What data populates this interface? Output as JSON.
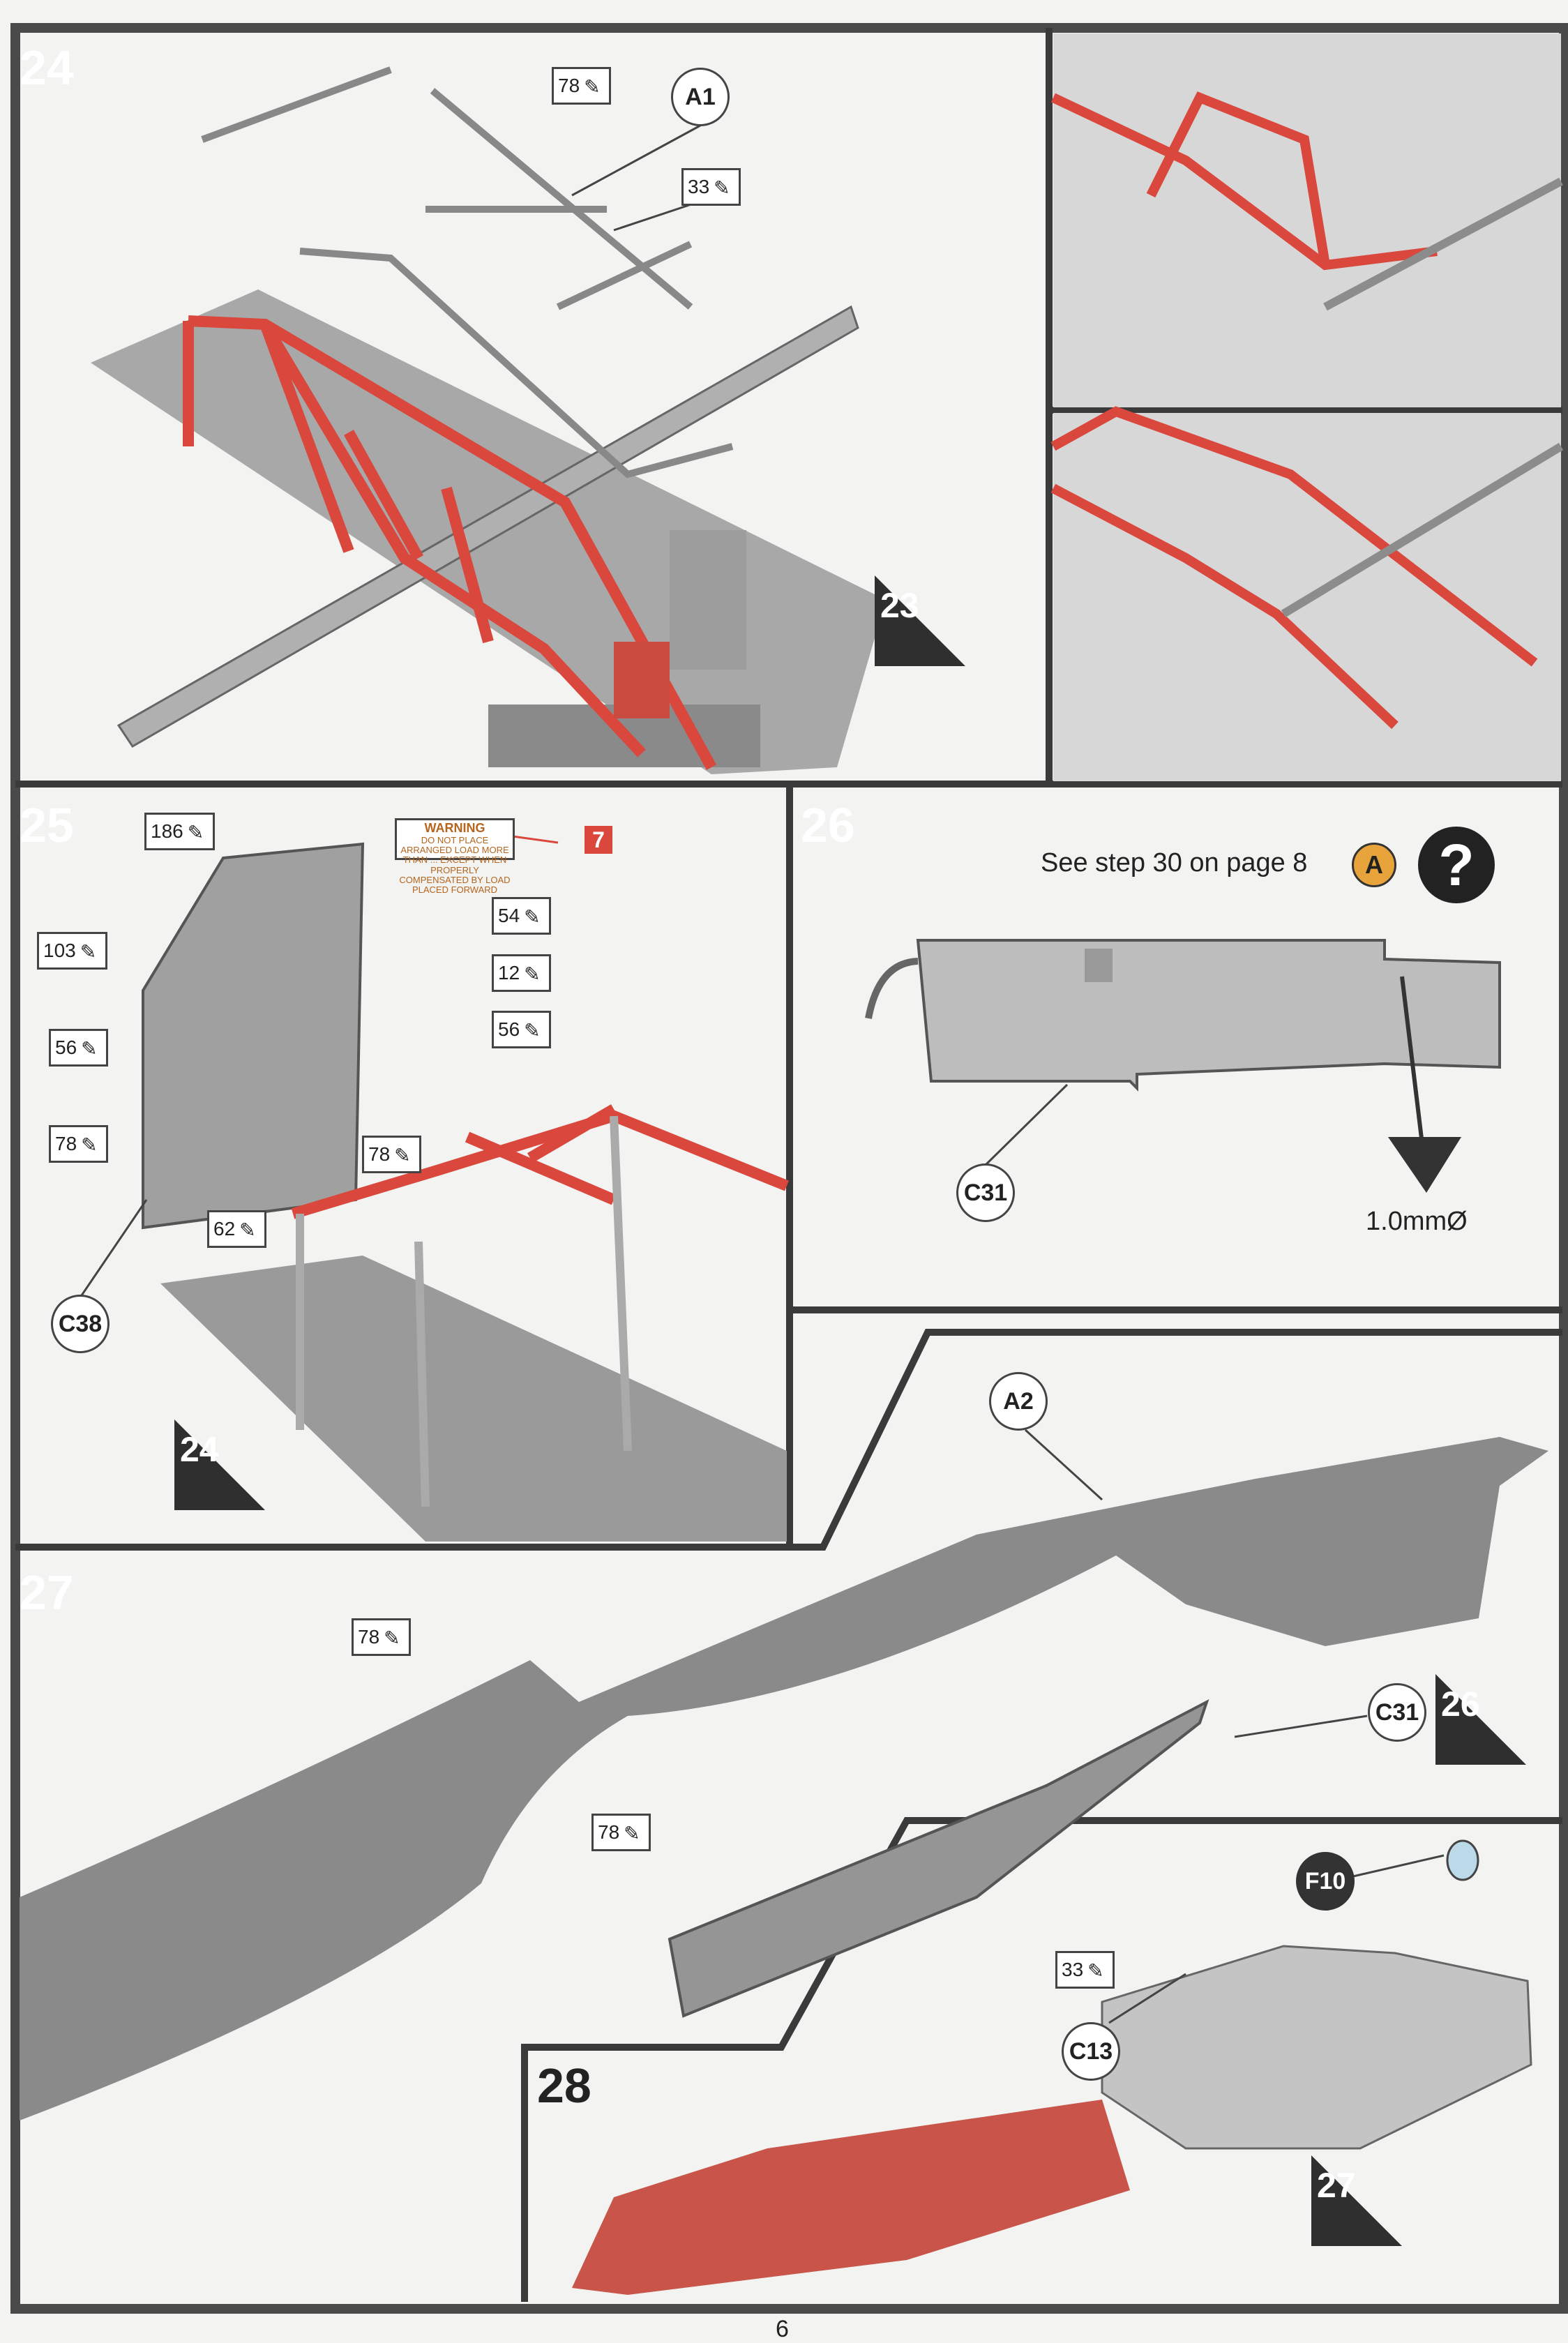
{
  "page_number": "6",
  "steps": {
    "s24": {
      "label": "24",
      "prev_ref": "23",
      "paints": [
        "78",
        "33"
      ],
      "parts": [
        "A1"
      ]
    },
    "s25": {
      "label": "25",
      "prev_ref": "24",
      "paints": [
        "186",
        "103",
        "54",
        "12",
        "56",
        "56",
        "78",
        "78",
        "62"
      ],
      "parts": [
        "C38"
      ],
      "decal": "7",
      "warning_title": "WARNING",
      "warning_text": "DO NOT PLACE ARRANGED LOAD MORE THAN ... EXCEPT WHEN PROPERLY COMPENSATED BY LOAD PLACED FORWARD"
    },
    "s26": {
      "label": "26",
      "note": "See step 30 on page 8",
      "option_badge": "A",
      "help_icon": "?",
      "parts": [
        "C31"
      ],
      "drill": "1.0mmØ"
    },
    "s27": {
      "label": "27",
      "paints": [
        "78",
        "78"
      ],
      "parts": [
        "A2",
        "C31"
      ],
      "ref": "26"
    },
    "s28": {
      "label": "28",
      "paints": [
        "33"
      ],
      "parts": [
        "F10",
        "C13"
      ],
      "ref": "27"
    }
  },
  "colors": {
    "highlight": "#d9473d",
    "part_grey": "#9a9a9a",
    "frame": "#4a4a4a",
    "option_badge": "#e8a33a"
  }
}
